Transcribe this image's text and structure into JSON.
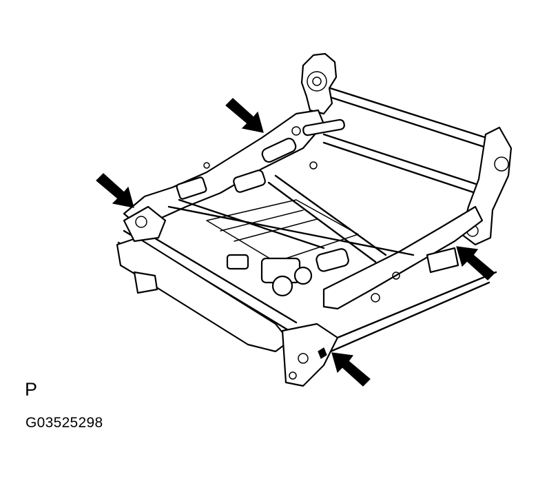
{
  "diagram": {
    "view_label": "P",
    "figure_code": "G03525298",
    "arrow_count": 4,
    "colors": {
      "line": "#000000",
      "background": "#ffffff"
    }
  }
}
